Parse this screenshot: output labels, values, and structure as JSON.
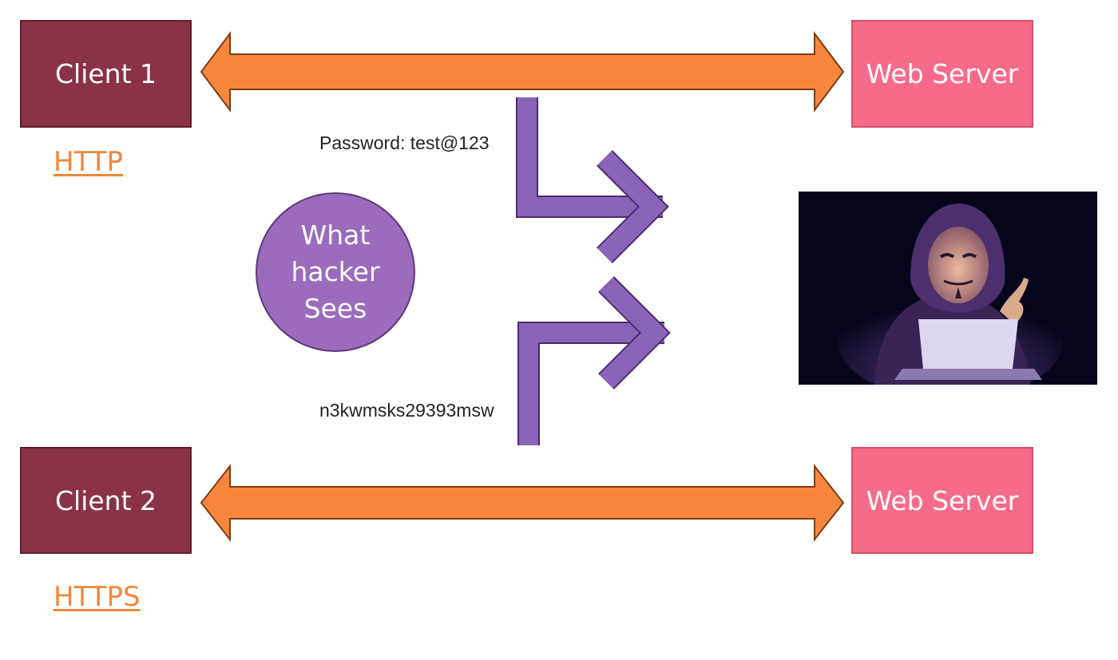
{
  "top": {
    "client_label": "Client 1",
    "server_label": "Web Server",
    "protocol": "HTTP",
    "intercepted_text": "Password: test@123"
  },
  "bottom": {
    "client_label": "Client 2",
    "server_label": "Web Server",
    "protocol": "HTTPS",
    "intercepted_text": "n3kwmsks29393msw"
  },
  "center_label": "What\nhacker\nSees",
  "colors": {
    "client_box": "#8a3247",
    "server_box": "#f76b8a",
    "connection_arrow": "#f7873f",
    "intercept_arrow": "#8a64b9",
    "protocol_link": "#f0873c",
    "hacker_background": "#06051a"
  },
  "icons": {
    "hacker": "hooded-hacker-with-mask-at-laptop"
  }
}
